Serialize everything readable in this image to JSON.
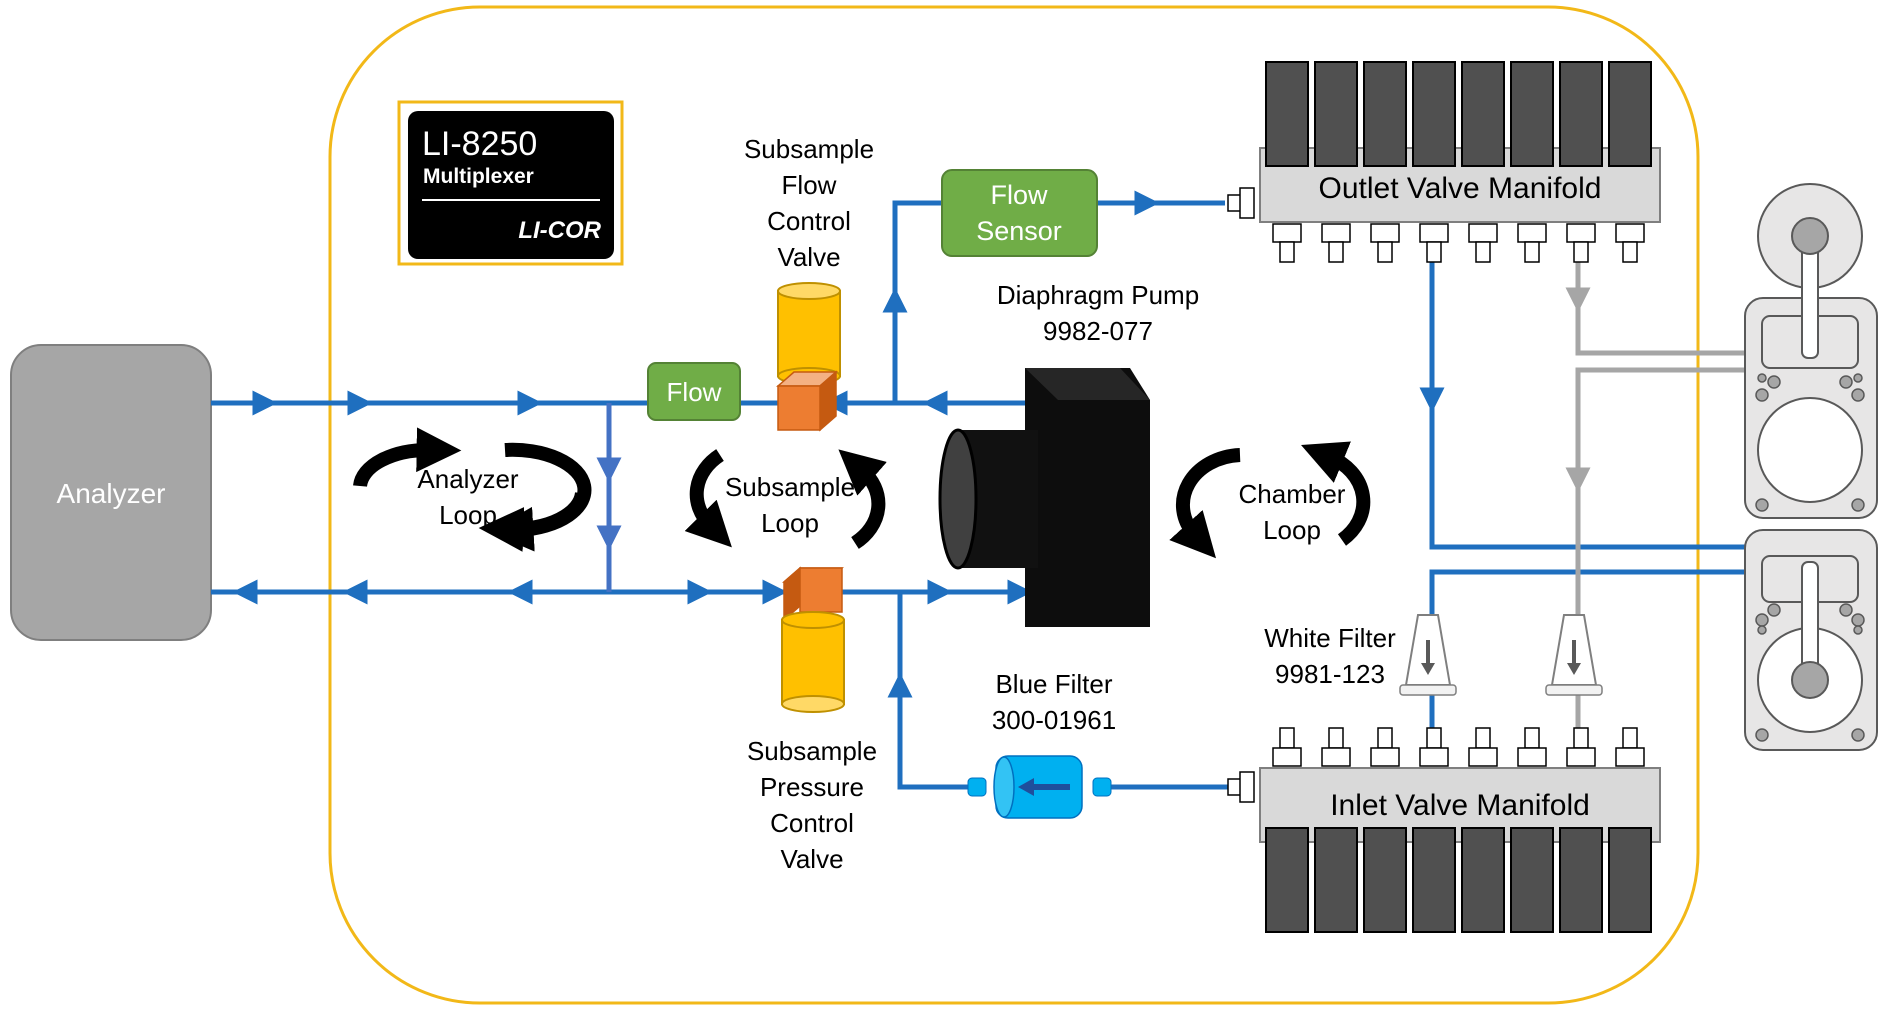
{
  "colors": {
    "enclosure_border": "#f2b818",
    "tube_blue": "#1f6fbf",
    "tube_light": "#4472c4",
    "tube_gray": "#a6a6a6",
    "analyzer_fill": "#a6a6a6",
    "flow_green": "#70ad47",
    "valve_orange": "#ed7d31",
    "valve_yellow": "#ffc000",
    "filter_blue": "#00b0f0",
    "manifold_gray": "#d9d9d9",
    "valve_block": "#505050",
    "pump_black": "#0a0a0a",
    "chamber_fill": "#e7e6e6"
  },
  "logo": {
    "model": "LI-8250",
    "product": "Multiplexer",
    "brand": "LI-COR"
  },
  "components": {
    "analyzer": "Analyzer",
    "flow_small": "Flow",
    "flow_sensor": [
      "Flow",
      "Sensor"
    ],
    "subsample_flow_valve": [
      "Subsample",
      "Flow",
      "Control",
      "Valve"
    ],
    "subsample_pressure_valve": [
      "Subsample",
      "Pressure",
      "Control",
      "Valve"
    ],
    "diaphragm_pump": [
      "Diaphragm Pump",
      "9982-077"
    ],
    "blue_filter": [
      "Blue Filter",
      "300-01961"
    ],
    "white_filter": [
      "White Filter",
      "9981-123"
    ],
    "outlet_manifold": "Outlet Valve Manifold",
    "inlet_manifold": "Inlet Valve Manifold"
  },
  "loops": {
    "analyzer": [
      "Analyzer",
      "Loop"
    ],
    "subsample": [
      "Subsample",
      "Loop"
    ],
    "chamber": [
      "Chamber",
      "Loop"
    ]
  }
}
